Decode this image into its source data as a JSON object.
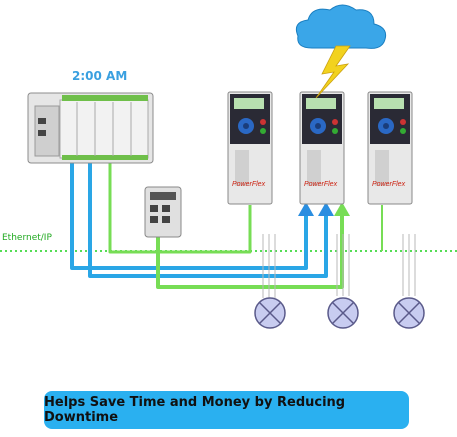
{
  "diagram": {
    "time_label": "2:00 AM",
    "network_label": "Ethernet/IP",
    "drive_brand": "PowerFlex",
    "banner_text": "Helps Save Time and Money by Reducing Downtime",
    "colors": {
      "ethernet_line": "#55dd55",
      "cable_blue": "#2aa6e6",
      "cable_green": "#77dd55",
      "arrow_blue": "#2a8ee0",
      "banner_bg": "#2ab0f0",
      "cloud": "#3aa6e8",
      "lightning": "#f2d21e",
      "motor_fill": "#c8ccf0"
    },
    "icons": [
      "cloud-icon",
      "lightning-bolt-icon",
      "plc-controller-icon",
      "ethernet-switch-icon",
      "variable-frequency-drive-icon",
      "motor-lamp-icon",
      "arrow-up-icon"
    ]
  }
}
